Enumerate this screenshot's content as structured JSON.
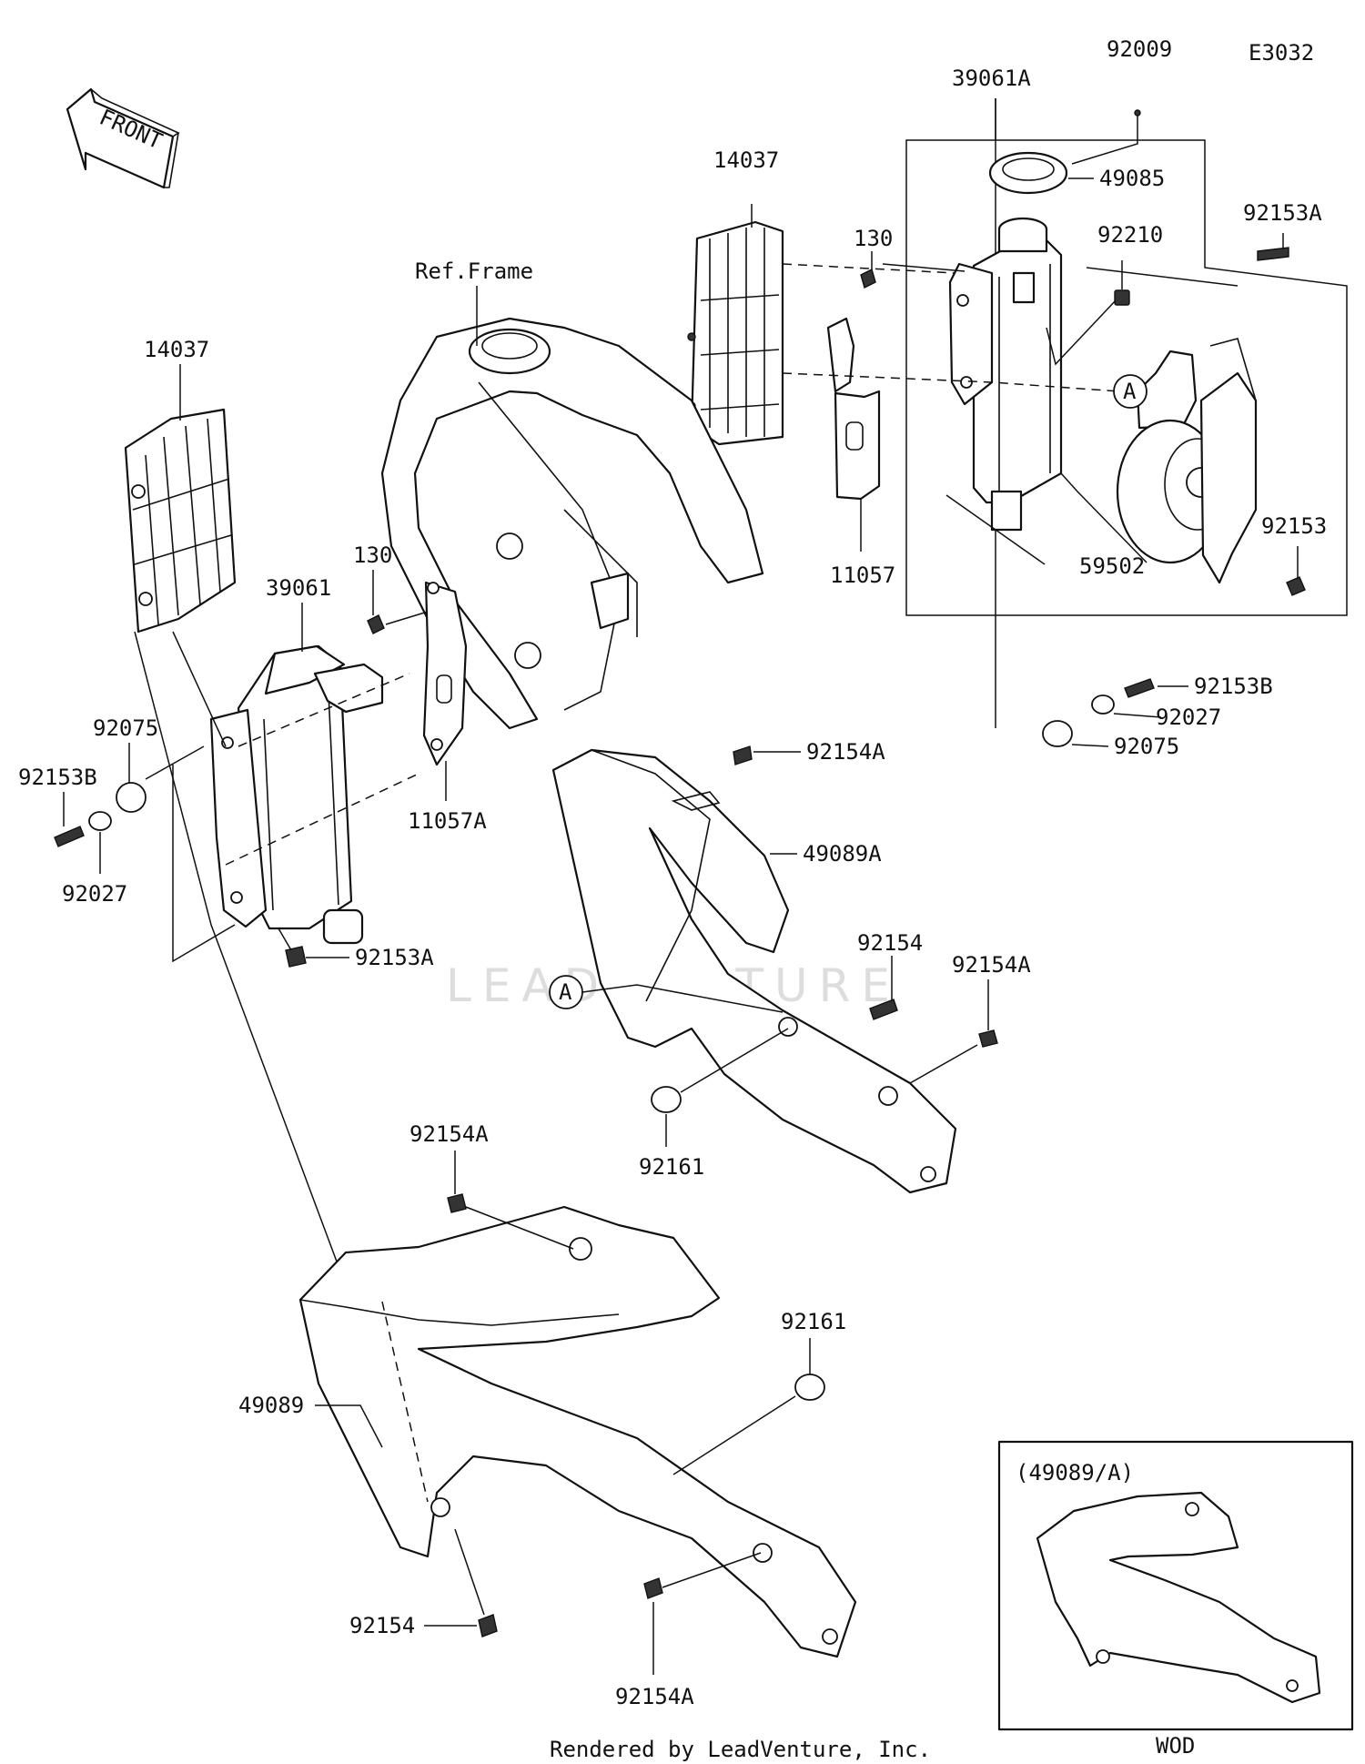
{
  "diagram_code": "E3032",
  "front_label": "FRONT",
  "ref_frame": "Ref.Frame",
  "watermark": "LEADVENTURE",
  "footer": "Rendered by LeadVenture, Inc.",
  "inset": {
    "title": "(49089/A)",
    "caption": "WOD"
  },
  "callout_a": "A",
  "parts": {
    "p92009": "92009",
    "p39061A": "39061A",
    "p49085": "49085",
    "p14037_top": "14037",
    "p130_top": "130",
    "p92210": "92210",
    "p92153A_top": "92153A",
    "p14037_left": "14037",
    "p11057": "11057",
    "p92153": "92153",
    "p59502": "59502",
    "p130_mid": "130",
    "p39061": "39061",
    "p92153B_right": "92153B",
    "p92027_right": "92027",
    "p92075_right": "92075",
    "p92075_left": "92075",
    "p92153B_left": "92153B",
    "p11057A": "11057A",
    "p92154A_1": "92154A",
    "p49089A": "49089A",
    "p92027_left": "92027",
    "p92153A_bottom": "92153A",
    "p92154_mid": "92154",
    "p92154A_2": "92154A",
    "p92161_mid": "92161",
    "p92154A_3": "92154A",
    "p92161_low": "92161",
    "p49089": "49089",
    "p92154_low": "92154",
    "p92154A_4": "92154A"
  }
}
